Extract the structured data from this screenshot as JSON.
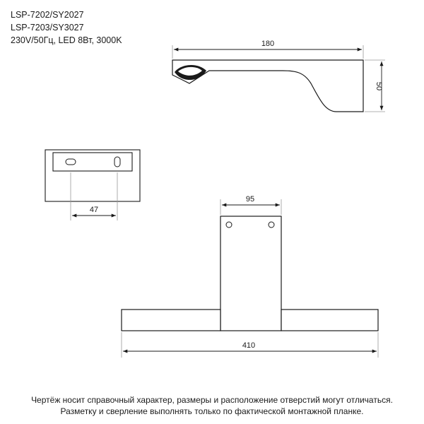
{
  "header": {
    "line1": "LSP-7202/SY2027",
    "line2": "LSP-7203/SY3027",
    "line3": "230V/50Гц, LED 8Вт, 3000K"
  },
  "dimensions": {
    "side_length": "180",
    "side_height": "50",
    "mount_hole_spacing": "47",
    "bracket_width": "95",
    "total_width": "410"
  },
  "footer": {
    "line1": "Чертёж носит справочный характер, размеры и расположение отверстий могут отличаться.",
    "line2": "Разметку и сверление выполнять только по фактической монтажной планке."
  },
  "colors": {
    "line": "#1a1a1a",
    "guide": "#999999"
  }
}
